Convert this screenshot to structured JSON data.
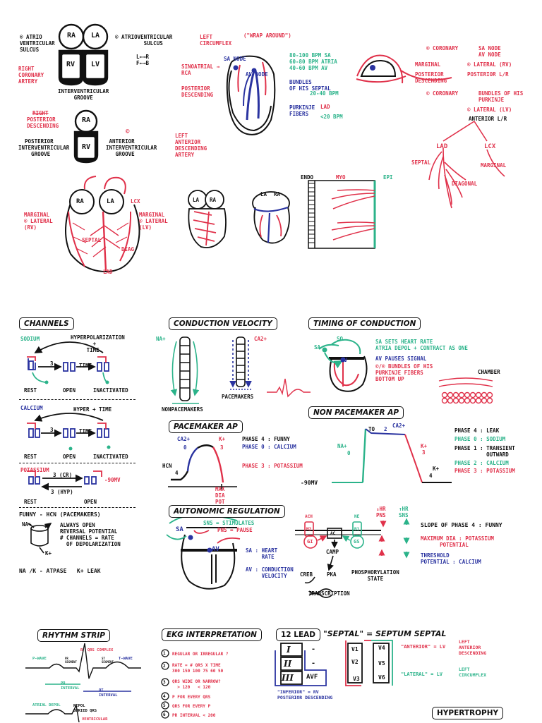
{
  "anatomy": {
    "atrio_sulcus": "® ATRIO\nVENTRICULAR\nSULCUS",
    "right_coronary": "RIGHT\nCORONARY\nARTERY",
    "av_sulcus": "© ATRIOVENTRICULAR\n         SULCUS",
    "lr_arrows": "L←→R\nF←→B",
    "interventricular_groove": "INTERVENTRICULAR\n     GROOVE",
    "right_post_desc_struck": "RIGHT",
    "right_post_desc": "POSTERIOR\nDESCENDING",
    "posterior_groove": "  POSTERIOR\nINTERVENTRICULAR\n    GROOVE",
    "anterior_symbol": "©",
    "anterior_groove": " ANTERIOR\nINTERVENTRICULAR\n   GROOVE",
    "left_ant_desc": "LEFT\nANTERIOR\nDESCENDING\nARTERY",
    "left_circumflex": "LEFT\nCIRCUMFLEX",
    "wrap_around": "(\"WRAP AROUND\")",
    "sinoatrial_rca": "SINOATRIAL →\nRCA",
    "posterior_descending": "POSTERIOR\nDESCENDING",
    "sa_node": "SA NODE",
    "av_node": "AV NODE",
    "rates": "80-100 BPM SA\n60-80 BPM ATRIA\n40-60 BPM AV",
    "bundles": "BUNDLES\nOF HIS SEPTAL",
    "bundles_rate": "20-40 BPM",
    "purkinje": "PURKINJE",
    "purkinje_fibers": "FIBERS",
    "lad_mark": "LAD",
    "purkinje_rate": "<20 BPM",
    "r_coronary": "® CORONARY",
    "marginal_tr": "MARGINAL",
    "posterior_desc_tr": "POSTERIOR\nDESCENDING",
    "sa_av_node": "SA NODE\nAV NODE",
    "r_lateral_rv": "® LATERAL (RV)",
    "posterior_lr": "POSTERIOR L/R",
    "l_coronary": "© CORONARY",
    "bundles_his_purkinje": "BUNDLES OF HIS\nPURKINJE",
    "l_lateral_lv": "© LATERAL (LV)",
    "anterior_lr": "ANTERIOR L/R",
    "lad": "LAD",
    "lcx": "LCX",
    "septal_tree": "SEPTAL",
    "marginal_tree": "MARGINAL",
    "diagonal": "DIAGONAL",
    "marginal_left": "MARGINAL\n® LATERAL\n(RV)",
    "lcx_heart": "LCX",
    "marginal_right": "MARGINAL\n© LATERAL\n(LV)",
    "septal_heart": "SEPTAL",
    "diag_heart": "DIAG",
    "lad_heart": "LAD",
    "endo": "ENDO",
    "myo": "MYO",
    "epi": "EPI",
    "ra": "RA",
    "la": "LA",
    "rv": "RV",
    "lv": "LV"
  },
  "channels": {
    "title": "CHANNELS",
    "sodium": "SODIUM",
    "hyperpol": "HYPERPOLARIZATION\n       +\n     TIME",
    "three": "3",
    "time": "TIME",
    "rest": "REST",
    "open": "OPEN",
    "inactivated": "INACTIVATED",
    "calcium": "CALCIUM",
    "hyper_time": "HYPER + TIME",
    "potassium": "POTASSIUM",
    "k_rate1": "3 (CR)",
    "k_rate2": "3 (HYP)",
    "k_mv": "-90MV",
    "funny": "FUNNY - HCN (PACEMAKERS)",
    "funny_notes": "ALWAYS OPEN\nREVERSAL POTENTIAL\n# CHANNELS = RATE\n  OF DEPOLARIZATION",
    "na_plus": "NA+",
    "k_plus": "K+",
    "na_k": "NA /K - ATPASE   K+ LEAK"
  },
  "conduction": {
    "title": "CONDUCTION VELOCITY",
    "na": "NA+",
    "ca": "CA2+",
    "nonpacemakers": "NONPACEMAKERS",
    "pacemakers": "PACEMAKERS"
  },
  "timing": {
    "title": "TIMING OF CONDUCTION",
    "sa": "SA",
    "so": "SO",
    "av": "AV",
    "notes": "SA SETS HEART RATE\nATRIA DEPOL + CONTRACT AS ONE",
    "av_pauses": "AV PAUSES SIGNAL",
    "bundles": "©/® BUNDLES OF HIS\nPURKINJE FIBERS\nBOTTOM UP",
    "chamber": "CHAMBER"
  },
  "pacemaker": {
    "title": "PACEMAKER AP",
    "ca": "CA2+",
    "k": "K+",
    "zero": "0",
    "three": "3",
    "four": "4",
    "hcn": "HCN",
    "max_dia": "MAX\nDIA\nPOT",
    "phase4": "PHASE 4 : FUNNY",
    "phase0": "PHASE 0 : CALCIUM",
    "phase3": "PHASE 3 : POTASSIUM"
  },
  "nonpacemaker": {
    "title": "NON PACEMAKER AP",
    "to": "TO",
    "two": "2",
    "ca": "CA2+",
    "na": "NA+",
    "zero": "0",
    "k": "K+",
    "three": "3",
    "kk": "K+",
    "four": "4",
    "mv": "-90MV",
    "phase4": "PHASE 4 : LEAK",
    "phase0": "PHASE 0 : SODIUM",
    "phase1": "PHASE 1 : TRANSIENT\n          OUTWARD",
    "phase2": "PHASE 2 : CALCIUM",
    "phase3": "PHASE 3 : POTASSIUM"
  },
  "autonomic": {
    "title": "AUTONOMIC REGULATION",
    "sns": "SNS = STIMULATES",
    "pns": "PNS = PAUSE",
    "sa": "SA",
    "av": "AV",
    "sa_rate": "SA : HEART\n     RATE",
    "av_cond": "AV : CONDUCTION\n     VELOCITY",
    "ach": "ACH",
    "ne": "NE",
    "m2": "M2",
    "b1": "B1",
    "ac": "AC",
    "gi": "Gi",
    "gs": "Gs",
    "camp": "cAMP",
    "phos": "PHOSPHORYLATION\n     STATE",
    "creb": "CREB",
    "pka": "PKA",
    "transcription": "TRANSCRIPTION",
    "hr_pns": "↓HR\nPNS",
    "hr_sns": "↑HR\nSNS",
    "slope": "SLOPE OF PHASE 4 : FUNNY",
    "max_dia": "MAXIMUM DIA : POTASSIUM\n      POTENTIAL",
    "threshold": "THRESHOLD\nPOTENTIAL : CALCIUM"
  },
  "rhythm": {
    "title": "RHYTHM STRIP",
    "p_wave": "P-WAVE",
    "qrs": "R  QRS COMPLEX",
    "t_wave": "T-WAVE",
    "pr_seg": "PR\nSEGMENT",
    "st_seg": "ST\nSEGMENT",
    "pr_int": "PR\nINTERVAL",
    "qt_int": "QT\nINTERVAL",
    "atrial_depol": "ATRIAL DEPOL",
    "buried": "REPOL\nBURIED QRS",
    "ventricular": "VENTRICULAR"
  },
  "ekg": {
    "title": "EKG INTERPRETATION",
    "n1": "1",
    "i1": "REGULAR OR IRREGULAR ?",
    "n2": "2",
    "i2": "RATE = # QRS X TIME\n300 150 100 75 60 50",
    "n3": "3",
    "i3": "QRS WIDE OR NARROW?\n  > 120   < 120",
    "n4": "4",
    "i4": "P FOR EVERY QRS",
    "n5": "5",
    "i5": "QRS FOR EVERY P",
    "n6": "6",
    "i6": "PR INTERVAL < 200"
  },
  "lead12": {
    "title": "12 LEAD",
    "septal": "\"SEPTAL\" = SEPTUM SEPTAL",
    "I": "I",
    "II": "II",
    "III": "III",
    "aVF": "AVF",
    "dash": "-",
    "inferior": "\"INFERIOR\" = RV\nPOSTERIOR DESCENDING",
    "v1": "V1",
    "v2": "V2",
    "v3": "V3",
    "v4": "V4",
    "v5": "V5",
    "v6": "V6",
    "anterior": "\"ANTERIOR\" = LV",
    "lad_full": "LEFT\nANTERIOR\nDESCENDING",
    "lateral": "\"LATERAL\" = LV",
    "lcx_full": "LEFT\nCIRCUMFLEX"
  },
  "hypertrophy": {
    "title": "HYPERTROPHY"
  },
  "colors": {
    "red": "#e0314a",
    "green": "#2bb38a",
    "blue": "#2a33a0",
    "ink": "#111111"
  }
}
